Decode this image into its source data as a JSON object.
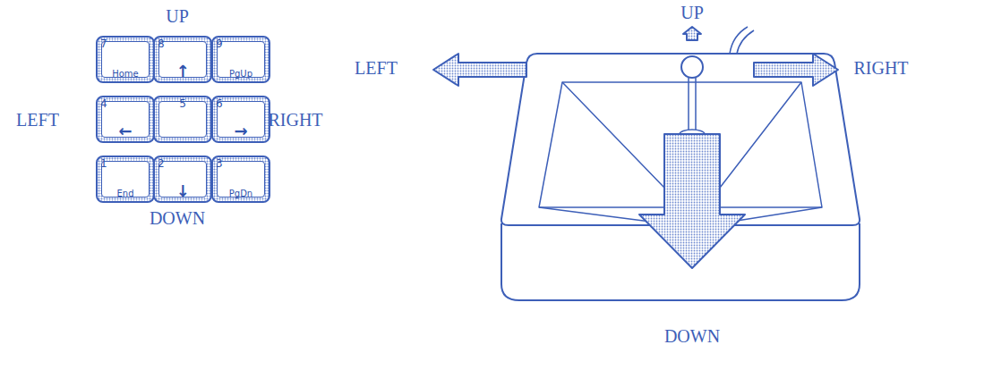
{
  "diagram": {
    "nodes": [
      {
        "text": [
          "7",
          "Home"
        ]
      },
      {
        "text": [
          "8",
          "↑"
        ]
      },
      {
        "text": [
          "9",
          "PgUp"
        ]
      },
      {
        "text": [
          "4",
          "←"
        ]
      },
      {
        "text": [
          "5"
        ]
      },
      {
        "text": [
          "6",
          "→"
        ]
      },
      {
        "text": [
          "1",
          "End"
        ]
      },
      {
        "text": [
          "2",
          "↓"
        ]
      },
      {
        "text": [
          "3",
          "PgDn"
        ]
      }
    ],
    "labels": [
      "UP",
      "LEFT",
      "RIGHT",
      "DOWN",
      "UP",
      "LEFT",
      "RIGHT",
      "DOWN"
    ]
  }
}
